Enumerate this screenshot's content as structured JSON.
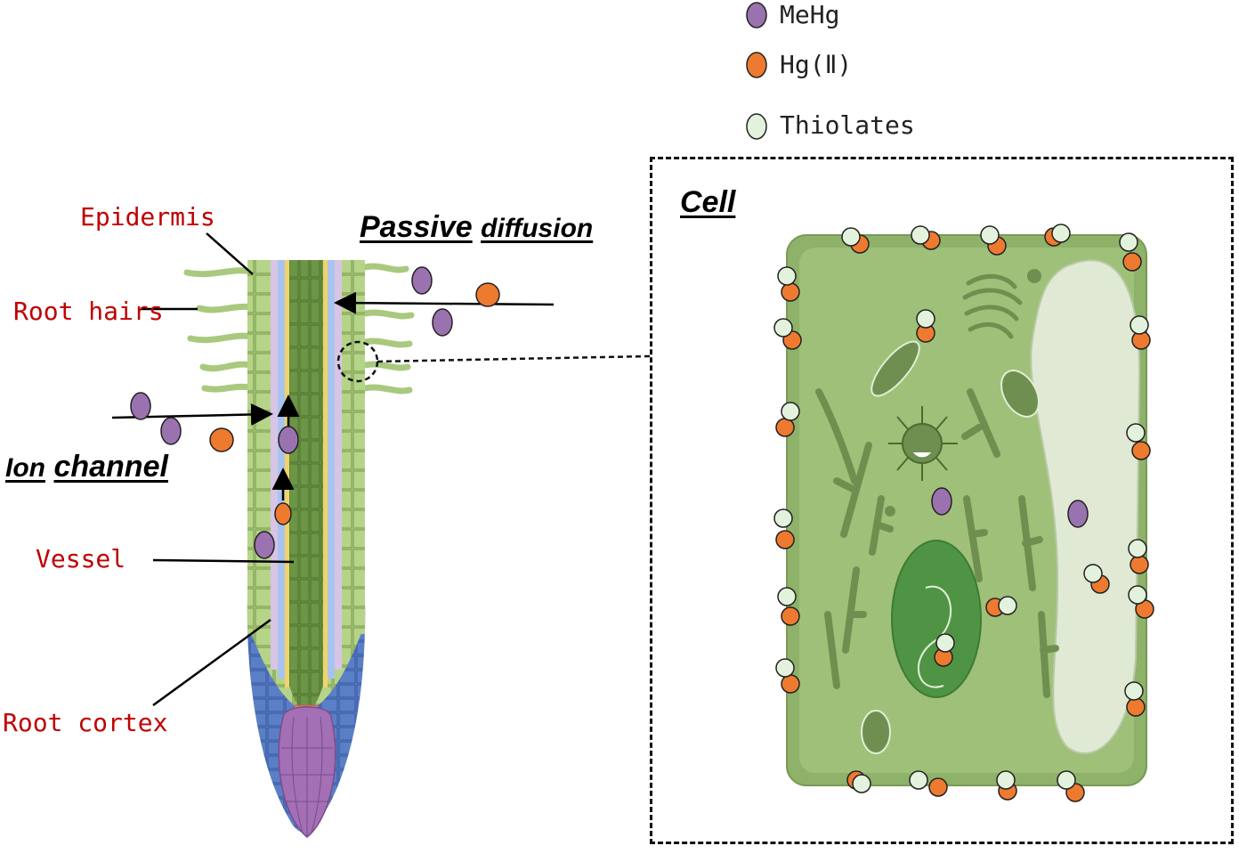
{
  "labels": {
    "epidermis": "Epidermis",
    "root_hairs": "Root hairs",
    "vessel": "Vessel",
    "root_cortex": "Root cortex",
    "passive_diffusion_1": "Passive",
    "passive_diffusion_2": "diffusion",
    "ion_channel_1": "Ion",
    "ion_channel_2": "channel",
    "cell": "Cell"
  },
  "legend": [
    {
      "label": "MeHg",
      "color": "#9b72b0"
    },
    {
      "label": "Hg(Ⅱ)",
      "color": "#ee7a30"
    },
    {
      "label": "Thiolates",
      "color": "#e3f2dc"
    }
  ],
  "colors": {
    "label_red": "#c00000",
    "root_green": "#b9d58c",
    "root_stele": "#5f8a3c",
    "root_cap_blue": "#5b7fc6",
    "root_cap_purple": "#a36fb5",
    "cell_green": "#8fb26a",
    "nucleus_green": "#4f9444",
    "vacuole": "#dfe9d4"
  }
}
